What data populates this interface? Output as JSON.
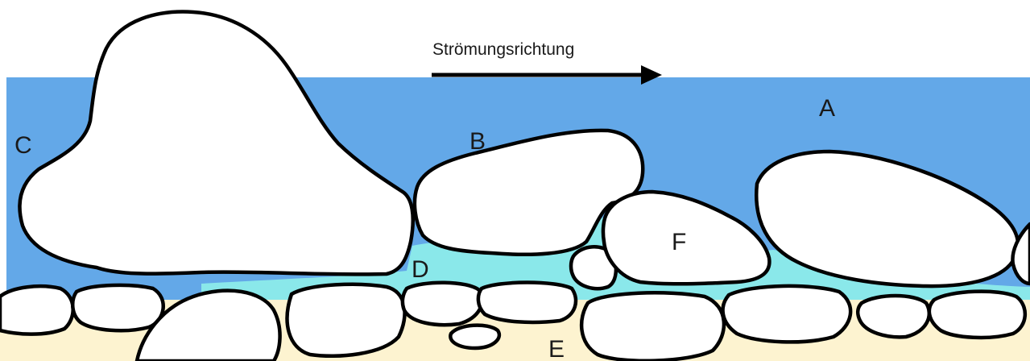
{
  "flow_direction_label": "Strömungsrichtung",
  "labels": {
    "a": "A",
    "b": "B",
    "c": "C",
    "d": "D",
    "e": "E",
    "f": "F"
  },
  "colors": {
    "water": "#63a8e8",
    "interstitial_water": "#8ae8ea",
    "sediment": "#fdf3d0",
    "stone_fill": "#ffffff",
    "outline": "#000000"
  }
}
